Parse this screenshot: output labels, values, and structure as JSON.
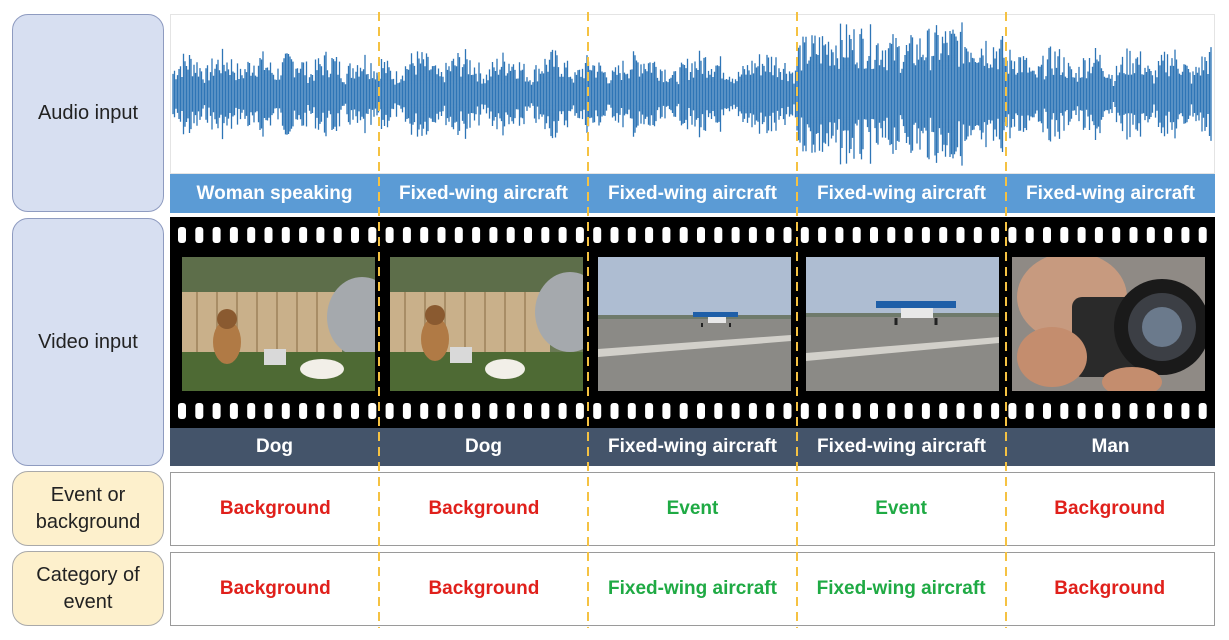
{
  "row_labels": {
    "audio": "Audio input",
    "video": "Video input",
    "event": "Event or background",
    "category": "Category of event"
  },
  "audio_labels": [
    "Woman speaking",
    "Fixed-wing aircraft",
    "Fixed-wing aircraft",
    "Fixed-wing aircraft",
    "Fixed-wing aircraft"
  ],
  "video_labels": [
    "Dog",
    "Dog",
    "Fixed-wing aircraft",
    "Fixed-wing aircraft",
    "Man"
  ],
  "frames": [
    "dog-scene",
    "dog-scene",
    "aircraft-scene",
    "aircraft-scene",
    "man-with-camera-scene"
  ],
  "event_row": {
    "values": [
      "Background",
      "Background",
      "Event",
      "Event",
      "Background"
    ],
    "kinds": [
      "background",
      "background",
      "event",
      "event",
      "background"
    ]
  },
  "category_row": {
    "values": [
      "Background",
      "Background",
      "Fixed-wing aircraft",
      "Fixed-wing aircraft",
      "Background"
    ],
    "kinds": [
      "background",
      "background",
      "event",
      "event",
      "background"
    ]
  },
  "colors": {
    "waveform": "#2e75b6",
    "audio_bar": "#5b9bd5",
    "video_bar": "#44546a",
    "background_text": "#e0201b",
    "event_text": "#1faa44",
    "divider": "#f5c242",
    "label_blue": "#d7dff1",
    "label_yellow": "#fdf0cc"
  }
}
